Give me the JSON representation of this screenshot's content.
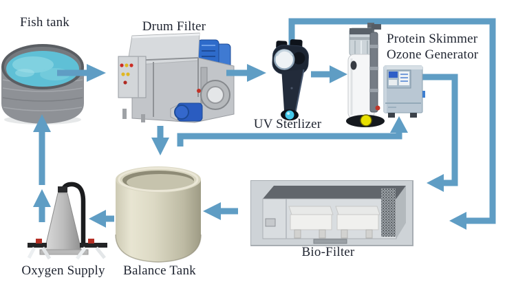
{
  "diagram": {
    "type": "flow-diagram",
    "subject": "Recirculating aquaculture water treatment loop",
    "background": "#ffffff",
    "colors": {
      "arrow": "#5f9dc4",
      "label_text": "#1f2430"
    },
    "nodes": {
      "fish_tank": {
        "label": "Fish tank"
      },
      "drum_filter": {
        "label": "Drum Filter"
      },
      "uv_sterilizer": {
        "label": "UV Sterlizer"
      },
      "protein_skimmer": {
        "label": "Protein Skimmer"
      },
      "ozone_generator": {
        "label": "Ozone Generator"
      },
      "bio_filter": {
        "label": "Bio-Filter"
      },
      "balance_tank": {
        "label": "Balance Tank"
      },
      "oxygen_supply": {
        "label": "Oxygen Supply"
      }
    },
    "edges": [
      {
        "from": "fish_tank",
        "to": "drum_filter"
      },
      {
        "from": "drum_filter",
        "to": "uv_sterilizer"
      },
      {
        "from": "uv_sterilizer",
        "to": "protein_skimmer"
      },
      {
        "from": "drum_filter",
        "to": "balance_tank"
      },
      {
        "from": "drum_filter",
        "to": "ozone_generator"
      },
      {
        "from": "uv_sterilizer",
        "to": "bio_filter"
      },
      {
        "from": "ozone_generator",
        "to": "bio_filter"
      },
      {
        "from": "bio_filter",
        "to": "balance_tank"
      },
      {
        "from": "balance_tank",
        "to": "oxygen_supply"
      },
      {
        "from": "oxygen_supply",
        "to": "fish_tank"
      }
    ]
  }
}
